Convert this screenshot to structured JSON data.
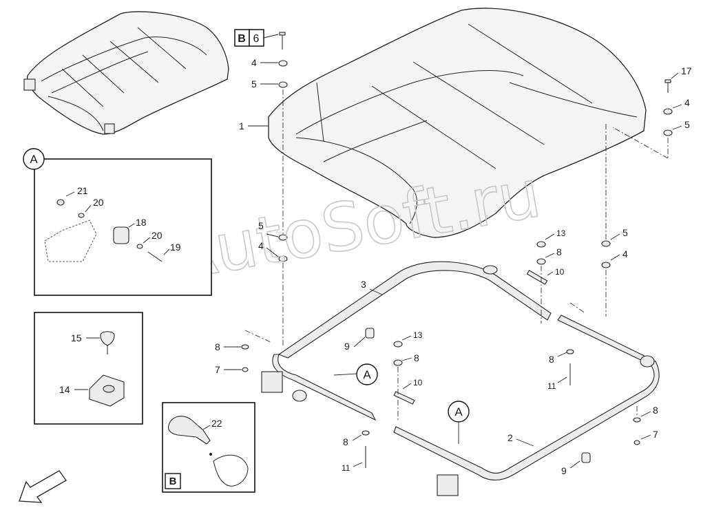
{
  "watermark": "AutoSoft.ru",
  "detail_a": {
    "letter": "A",
    "callouts": [
      "21",
      "20",
      "18",
      "20",
      "19"
    ]
  },
  "detail_14_15": {
    "callouts": [
      "15",
      "14"
    ]
  },
  "detail_b": {
    "letter": "B",
    "callouts": [
      "22"
    ]
  },
  "ref_box": {
    "letter": "B",
    "number": "6"
  },
  "main_callouts": {
    "c4_top": "4",
    "c5_top": "5",
    "c1": "1",
    "c17": "17",
    "c4_right": "4",
    "c5_right": "5",
    "c5_mid": "5",
    "c4_mid": "4",
    "c13_top": "13",
    "c8_top": "8",
    "c10_top": "10",
    "c5_rmid": "5",
    "c4_rmid": "4",
    "c3": "3",
    "c9_left": "9",
    "c13_mid": "13",
    "c8_mid": "8",
    "c10_mid": "10",
    "c8_left": "8",
    "c7_left": "7",
    "c8_right": "8",
    "c11_right": "11",
    "c8_low": "8",
    "c11_low": "11",
    "c2": "2",
    "c9_low": "9",
    "c8_far": "8",
    "c7_far": "7"
  },
  "a_markers": [
    "A",
    "A"
  ]
}
